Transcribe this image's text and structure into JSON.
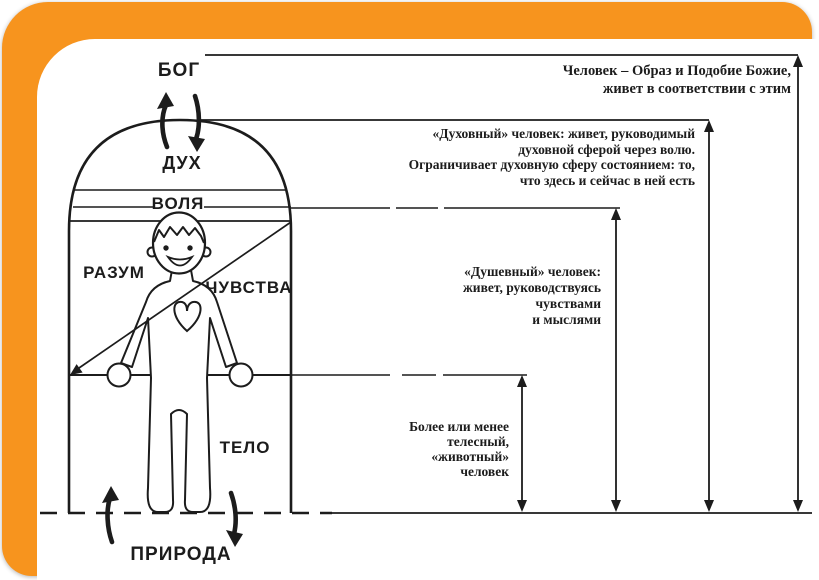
{
  "colors": {
    "frame_orange": "#F7941E",
    "ink": "#1C1C1C",
    "paper": "#FFFFFF"
  },
  "labels": {
    "god": "БОГ",
    "spirit": "ДУХ",
    "will": "ВОЛЯ",
    "mind": "РАЗУМ",
    "feelings": "ЧУВСТВА",
    "body": "ТЕЛО",
    "nature": "ПРИРОДА"
  },
  "annotations": [
    {
      "lines": [
        "Человек – Образ и Подобие Божие,",
        "живет в соответствии с этим"
      ]
    },
    {
      "lines": [
        "«Духовный» человек: живет, руководимый",
        "духовной сферой через волю.",
        "Ограничивает духовную сферу состоянием: то,",
        "что здесь и сейчас в ней есть"
      ]
    },
    {
      "lines": [
        "«Душевный» человек:",
        "живет, руководствуясь",
        "чувствами",
        "и мыслями"
      ]
    },
    {
      "lines": [
        "Более или менее",
        "телесный,",
        "«животный»",
        "человек"
      ]
    }
  ]
}
